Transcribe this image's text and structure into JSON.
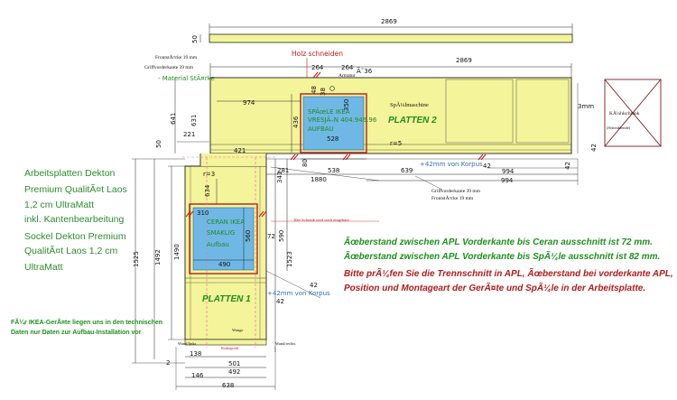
{
  "colors": {
    "counter": "#f4f49a",
    "sink": "#6fb8e6",
    "cutout_border": "#b02020",
    "green_text": "#2e8b2e",
    "red_text": "#b01c1c",
    "line": "#222222"
  },
  "top_strip": {
    "width_dim": "2869",
    "depth_dim": "50"
  },
  "labels": {
    "front_thickness_1": "FrontstÃ¤rke 19 mm",
    "front_edge_1": "Griffvorderkante 39 mm",
    "material": "- Material StÃ¤rke",
    "holz": "Holz  schneiden",
    "dim_264a": "264",
    "dim_264b": "264",
    "armatur": "Armatur",
    "dia36": "Ã˜36",
    "dim_2869": "2869",
    "dim_974": "974",
    "dim_38": "38",
    "dim_48": "48",
    "dim_350": "350",
    "dim_436": "436",
    "dim_528": "528",
    "r5": "r=5",
    "dim_641": "641",
    "dim_631": "631",
    "dim_221": "221",
    "dim_50b": "50",
    "dim_421": "421",
    "dim_80": "80",
    "dim_281": "281",
    "dim_341": "341",
    "dim_538": "538",
    "dim_1880": "1880",
    "dim_639": "639",
    "dim_42a": "42",
    "dim_994a": "994",
    "dim_994b": "994",
    "dim_42b": "42",
    "dim_42c": "42",
    "plus42_top": "+42mm von Korpus",
    "front_edge_2": "Griffvorderkante 39 mm",
    "front_thickness_2": "FrontstÃ¤rke 19 mm",
    "spuelmaschine": "SpÃ¼lmaschine",
    "platten2": "PLATTEN 2",
    "sink_text_1": "SPÃœLE IKEA",
    "sink_text_2": "VRESJÃ–N 404.946.96",
    "sink_text_3": "AUFBAU",
    "kuehl": "KÃ¼hlschrank",
    "kuehl_sub": "(Seitenblende)",
    "dim_3mm": "3mm",
    "r3": "r=3",
    "dim_634": "634",
    "dim_310": "310",
    "ceran_1": "CERAN IKEA",
    "ceran_2": "SMAKLIG",
    "ceran_3": "Aufbau",
    "dim_560": "560",
    "dim_72": "72",
    "dim_590": "590",
    "dim_490": "490",
    "dim_1523": "1523",
    "dim_1492": "1492",
    "dim_1525": "1525",
    "dim_1490": "1490",
    "dim_42d": "42",
    "dim_42e": "42",
    "platten1": "PLATTEN 1",
    "plus42_bottom": "+42mm von Korpus",
    "seitenblende": "30er Schrank wird noch eingebaut",
    "waschmaschine": "Wange",
    "wand_left": "Wand/links",
    "wand_right": "Wand/rechts",
    "footnote_small": "Bodenprofil",
    "dim_138": "138",
    "dim_2": "2",
    "dim_146": "146",
    "dim_501": "501",
    "dim_492": "492",
    "dim_638": "638"
  },
  "notes": {
    "material_lines": [
      "Arbeitsplatten Dekton",
      "Premium QualitÃ¤t Laos",
      "1,2 cm UltraMatt",
      "inkl. Kantenbearbeitung",
      "Sockel Dekton Premium",
      "QualitÃ¤t Laos 1,2 cm",
      "UltraMatt"
    ],
    "ikea_line_1": "FÃ¼r IKEA-GerÃ¤te liegen uns in den technischen",
    "ikea_line_2": "Daten nur Daten zur Aufbau-Installation vor",
    "overhang_ceran": "Ãœberstand zwischen APL Vorderkante bis Ceran ausschnitt ist 72 mm.",
    "overhang_sink": "Ãœberstand zwischen APL Vorderkante bis SpÃ¼le ausschnitt ist 82 mm.",
    "check_1": "Bitte prÃ¼fen Sie die Trennschnitt in APL, Ãœberstand bei vorderkante APL,",
    "check_2": "Position und Montageart der GerÃ¤te und SpÃ¼le in der Arbeitsplatte."
  }
}
